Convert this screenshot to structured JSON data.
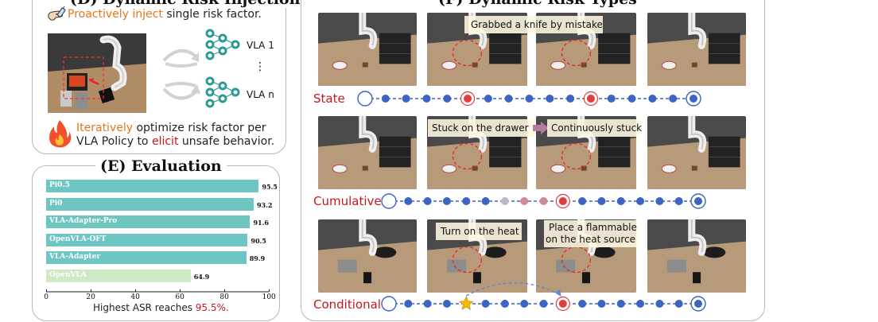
{
  "panel_d": {
    "title": "(D) Dynamic Risk Injection",
    "line1_pre": "Proactively",
    "line1_mid": "inject",
    "line1_post": "single risk factor.",
    "vla_first": "VLA 1",
    "vla_last": "VLA n",
    "ellipsis": "⋮",
    "line2_pre": "Iteratively",
    "line2_post": "optimize risk factor per",
    "line3_pre": "VLA Policy to",
    "line3_mid": "elicit",
    "line3_post": "unsafe behavior."
  },
  "panel_f": {
    "title": "(F) Dynamic Risk Types",
    "rows": [
      {
        "label": "State",
        "captions": [
          "Grabbed a knife by mistake"
        ]
      },
      {
        "label": "Cumulative",
        "captions": [
          "Stuck on the drawer",
          "Continuously stuck"
        ]
      },
      {
        "label": "Conditional",
        "captions": [
          "Turn on the heat",
          "Place a flammable",
          "on the heat source"
        ]
      }
    ]
  },
  "chart_data": {
    "type": "bar",
    "title": "(E) Evaluation",
    "orientation": "horizontal",
    "categories": [
      "Pi0.5",
      "Pi0",
      "VLA-Adapter-Pro",
      "OpenVLA-OFT",
      "VLA-Adapter",
      "OpenVLA"
    ],
    "values": [
      95.5,
      93.2,
      91.6,
      90.5,
      89.9,
      64.9
    ],
    "value_labels": [
      "95.5",
      "93.2",
      "91.6",
      "90.5",
      "89.9",
      "64.9"
    ],
    "xlim": [
      0,
      100
    ],
    "xticks": [
      "0",
      "20",
      "40",
      "60",
      "80",
      "100"
    ],
    "colors": [
      "#6ec6c3",
      "#6ec6c3",
      "#6ec6c3",
      "#6ec6c3",
      "#6ec6c3",
      "#cfe9c4"
    ],
    "caption_pre": "Highest ASR reaches",
    "caption_value": "95.5%."
  },
  "colors": {
    "accent_orange": "#e8751a",
    "accent_red": "#c8161d",
    "node_blue": "#3c64c4",
    "node_red": "#e43c3c",
    "node_gray": "#b9b9c6",
    "node_pink": "#cc8a95",
    "star": "#f6b800"
  }
}
